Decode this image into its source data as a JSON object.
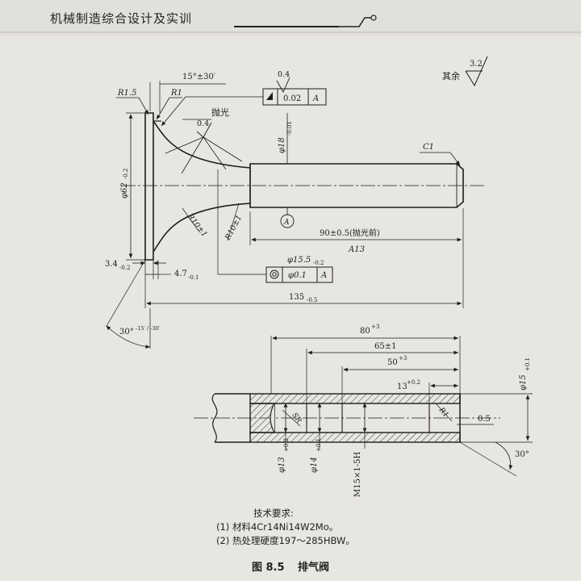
{
  "header": {
    "title": "机械制造综合设计及实训"
  },
  "drawing": {
    "surface_note": "其余",
    "surface_value": "3.2",
    "top_view": {
      "angle_tol": "15°±30′",
      "r_edge": "R1.5",
      "r_fillet": "R1",
      "runout_value": "0.4",
      "runout_tol": "0.02",
      "datum": "A",
      "polish_note": "抛光",
      "polish_roughness": "0.4",
      "dia_stem": "φ18",
      "dia_stem_tol": "-0.01",
      "chamfer": "C1",
      "dia_head": "φ62",
      "dia_head_tol": "-0.2",
      "r_transition": "R10±1",
      "r_transition2": "R10±1",
      "datum_circle": "A",
      "len_stem": "90±0.5(抛光前)",
      "len_a13": "A13",
      "thick": "3.4",
      "thick_tol": "-0.2",
      "len_47": "4.7",
      "len_47_tol": "-0.1",
      "dia_155": "φ15.5",
      "dia_155_tol": "-0.2",
      "coax_tol": "φ0.1",
      "coax_datum": "A",
      "total_len": "135",
      "total_len_tol": "-0.5",
      "seat_angle": "30°",
      "seat_angle_tol": "-15′ / -30′"
    },
    "bottom_view": {
      "len_80": "80",
      "len_80_tol": "+3",
      "len_65": "65±1",
      "len_50": "50",
      "len_50_tol": "+3",
      "len_13": "13",
      "len_13_tol": "+0.2",
      "dia_15": "φ15",
      "dia_15_tol": "+0.1",
      "r1": "R1",
      "sr": "SR",
      "gap": "0.5",
      "angle": "30°",
      "dia_13": "φ13",
      "dia_13_tol": "+0.2",
      "dia_14": "φ14",
      "dia_14_tol": "+0.1",
      "thread": "M15×1-5H"
    }
  },
  "requirements": {
    "title": "技术要求:",
    "items": [
      "(1) 材料4Cr14Ni14W2Mo。",
      "(2) 热处理硬度197～285HBW。"
    ]
  },
  "caption": {
    "number": "图 8.5",
    "title": "排气阀"
  }
}
